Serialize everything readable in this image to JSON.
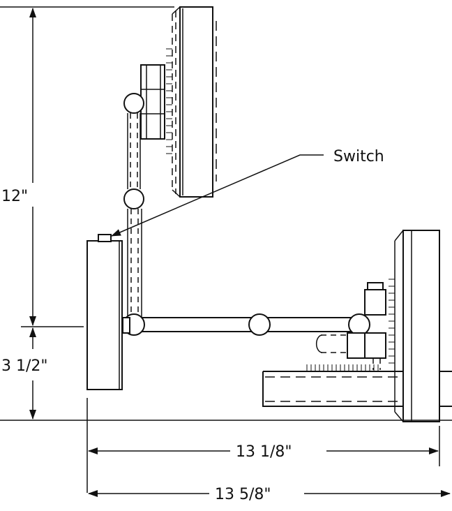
{
  "labels": {
    "switch": "Switch",
    "height_upper": "12\"",
    "height_lower": "3 1/2\"",
    "width_inner": "13 1/8\"",
    "width_outer": "13 5/8\""
  },
  "colors": {
    "ink": "#111111",
    "background": "#ffffff"
  }
}
